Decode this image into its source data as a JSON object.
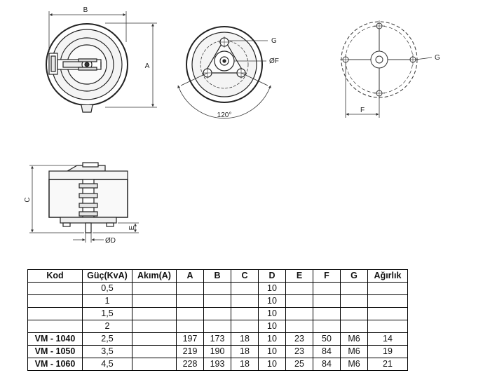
{
  "drawing": {
    "labels": {
      "B": "B",
      "A": "A",
      "G_front": "G",
      "F_front": "ØF",
      "angle": "120°",
      "G_back": "G",
      "F_back": "F",
      "C": "C",
      "E": "E",
      "D": "ØD"
    }
  },
  "table": {
    "headers": [
      "Kod",
      "Güç(KvA)",
      "Akım(A)",
      "A",
      "B",
      "C",
      "D",
      "E",
      "F",
      "G",
      "Ağırlık"
    ],
    "rows": [
      [
        "",
        "0,5",
        "",
        "",
        "",
        "",
        "10",
        "",
        "",
        "",
        ""
      ],
      [
        "",
        "1",
        "",
        "",
        "",
        "",
        "10",
        "",
        "",
        "",
        ""
      ],
      [
        "",
        "1,5",
        "",
        "",
        "",
        "",
        "10",
        "",
        "",
        "",
        ""
      ],
      [
        "",
        "2",
        "",
        "",
        "",
        "",
        "10",
        "",
        "",
        "",
        ""
      ],
      [
        "VM - 1040",
        "2,5",
        "",
        "197",
        "173",
        "18",
        "10",
        "23",
        "50",
        "M6",
        "14"
      ],
      [
        "VM - 1050",
        "3,5",
        "",
        "219",
        "190",
        "18",
        "10",
        "23",
        "84",
        "M6",
        "19"
      ],
      [
        "VM - 1060",
        "4,5",
        "",
        "228",
        "193",
        "18",
        "10",
        "25",
        "84",
        "M6",
        "21"
      ]
    ]
  }
}
